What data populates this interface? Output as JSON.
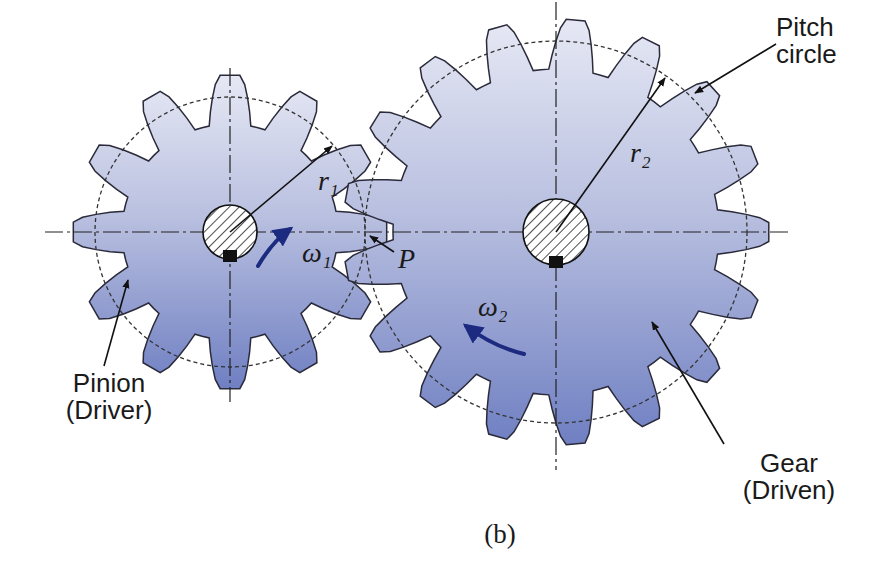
{
  "diagram": {
    "labels": [
      "Pitch circle",
      "r₁",
      "r₂",
      "ω₁",
      "ω₂",
      "P",
      "Pinion (Driver)",
      "Gear (Driven)",
      "(b)"
    ]
  }
}
